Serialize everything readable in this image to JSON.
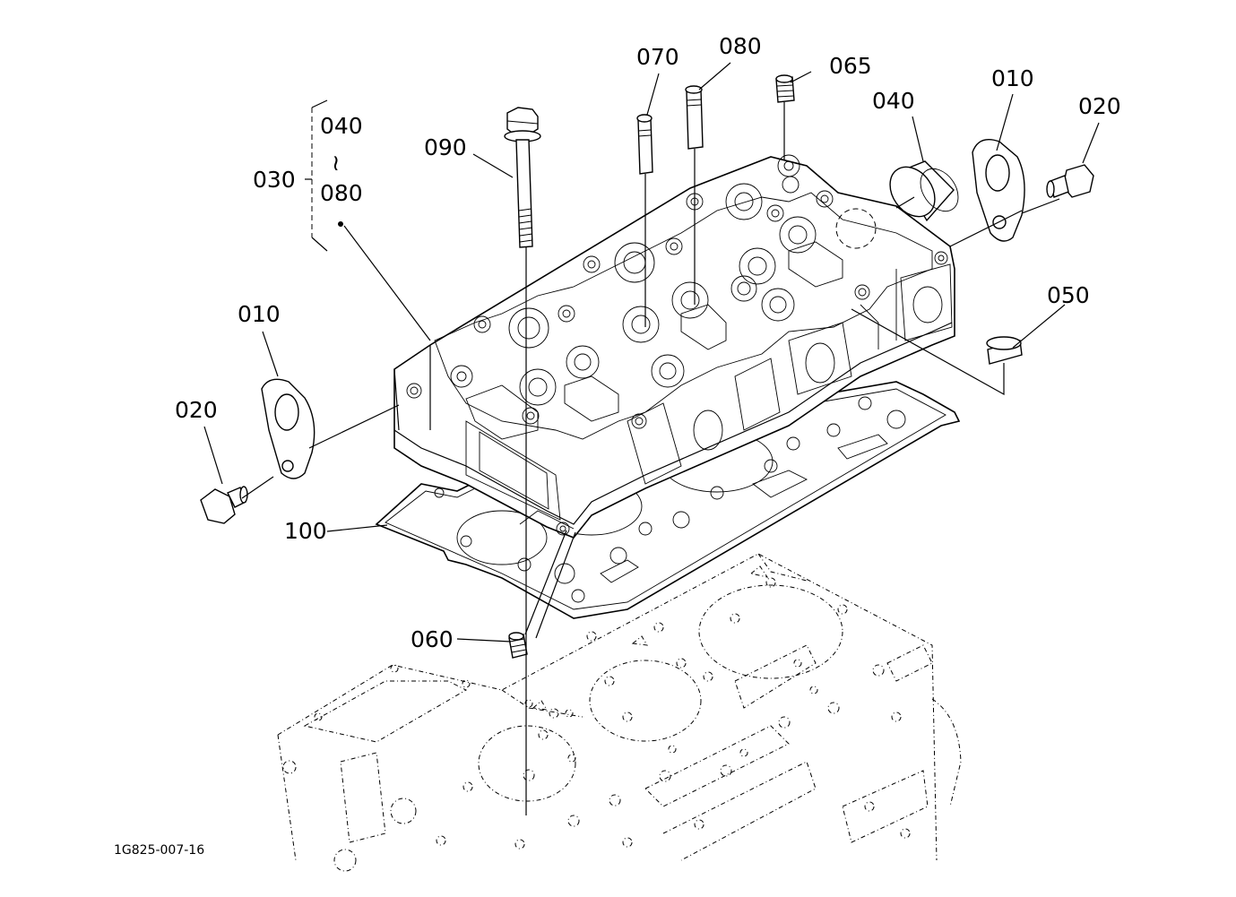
{
  "figure_code": "1G825-007-16",
  "callouts": {
    "c010_right": "010",
    "c020_right": "020",
    "c040_right": "040",
    "c065": "065",
    "c080": "080",
    "c070": "070",
    "c090": "090",
    "c030": "030",
    "c030_from": "040",
    "c030_tilde": "≀",
    "c030_to": "080",
    "c010_left": "010",
    "c020_left": "020",
    "c050": "050",
    "c100": "100",
    "c060": "060"
  }
}
